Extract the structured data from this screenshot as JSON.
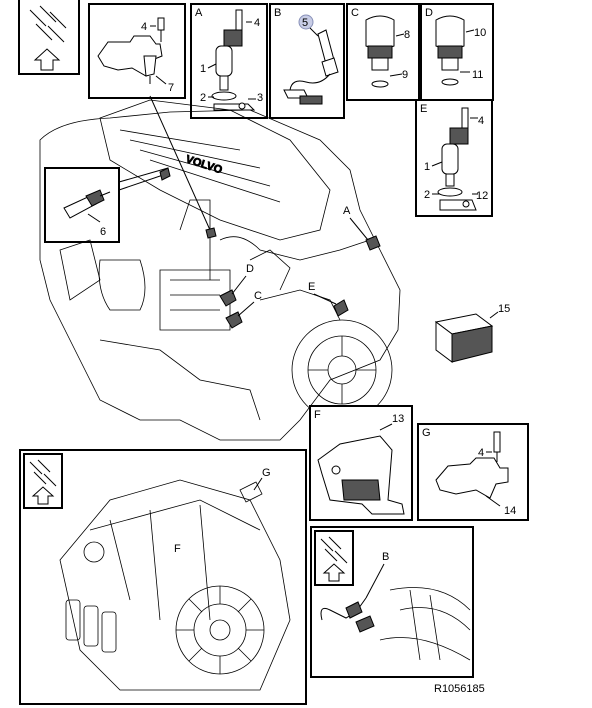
{
  "figure": {
    "ref": "R1056185",
    "box_letters": {
      "A": "A",
      "B": "B",
      "C": "C",
      "D": "D",
      "E": "E",
      "F": "F",
      "G": "G"
    },
    "engine_letters": {
      "A": "A",
      "C": "C",
      "D": "D",
      "E": "E",
      "F": "F",
      "G": "G",
      "B": "B"
    },
    "part_numbers": {
      "n1a": "1",
      "n2a": "2",
      "n3": "3",
      "n4a": "4",
      "n4_top": "4",
      "n7": "7",
      "n5": "5",
      "n8": "8",
      "n9": "9",
      "n10": "10",
      "n11": "11",
      "n4e": "4",
      "n1e": "1",
      "n2e": "2",
      "n12": "12",
      "n6": "6",
      "n15": "15",
      "n13": "13",
      "n4g": "4",
      "n14": "14"
    },
    "engine_logo": "VOLVO"
  },
  "colors": {
    "line": "#000000",
    "highlight": "#c8cde6",
    "shade": "#555555"
  }
}
